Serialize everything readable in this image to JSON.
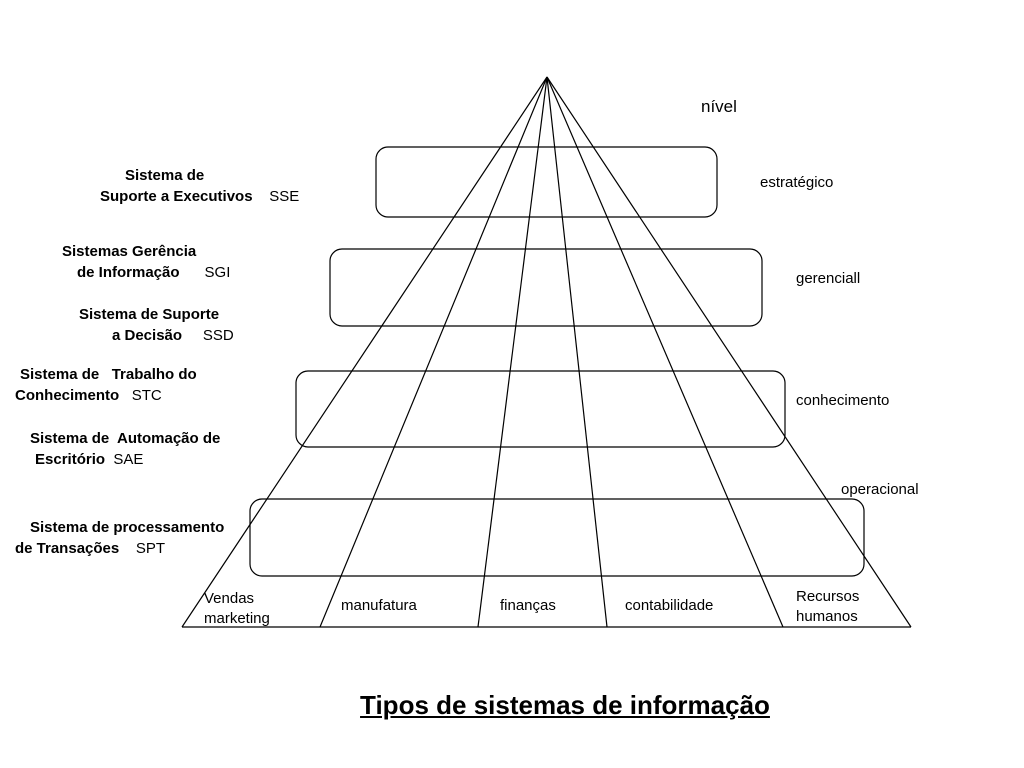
{
  "title": "Tipos de sistemas de informação",
  "levels": {
    "header": "nível",
    "items": [
      "estratégico",
      "gerenciall",
      "conhecimento",
      "operacional"
    ]
  },
  "systems": [
    {
      "line1": "Sistema de",
      "line2": "Suporte a Executivos",
      "abbr": "SSE"
    },
    {
      "line1": "Sistemas Gerência",
      "line2": "de Informação",
      "abbr": "SGI"
    },
    {
      "line1": "Sistema de Suporte",
      "line2": "a Decisão",
      "abbr": "SSD"
    },
    {
      "line1": "Sistema de   Trabalho do",
      "line2": "Conhecimento",
      "abbr": "STC"
    },
    {
      "line1": "Sistema de  Automação de",
      "line2": "Escritório",
      "abbr": "SAE"
    },
    {
      "line1": "Sistema de processamento",
      "line2": "de Transações",
      "abbr": "SPT"
    }
  ],
  "areas": [
    {
      "line1": "Vendas",
      "line2": "marketing"
    },
    {
      "line1": "manufatura",
      "line2": ""
    },
    {
      "line1": "finanças",
      "line2": ""
    },
    {
      "line1": "contabilidade",
      "line2": ""
    },
    {
      "line1": "Recursos",
      "line2": "humanos"
    }
  ]
}
